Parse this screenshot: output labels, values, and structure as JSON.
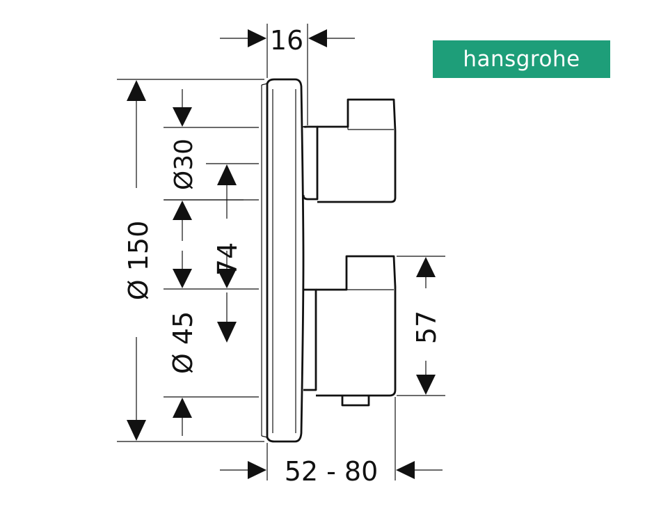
{
  "brand": {
    "name": "hansgrohe",
    "color": "#1e9e79"
  },
  "dimensions": {
    "plate_thickness": "16",
    "plate_diameter": "Ø 150",
    "upper_handle_diameter": "Ø30",
    "lower_handle_diameter": "Ø 45",
    "handle_spacing": "74",
    "handle_height": "57",
    "projection_range": "52 - 80"
  },
  "colors": {
    "line": "#111111",
    "background": "#ffffff"
  }
}
